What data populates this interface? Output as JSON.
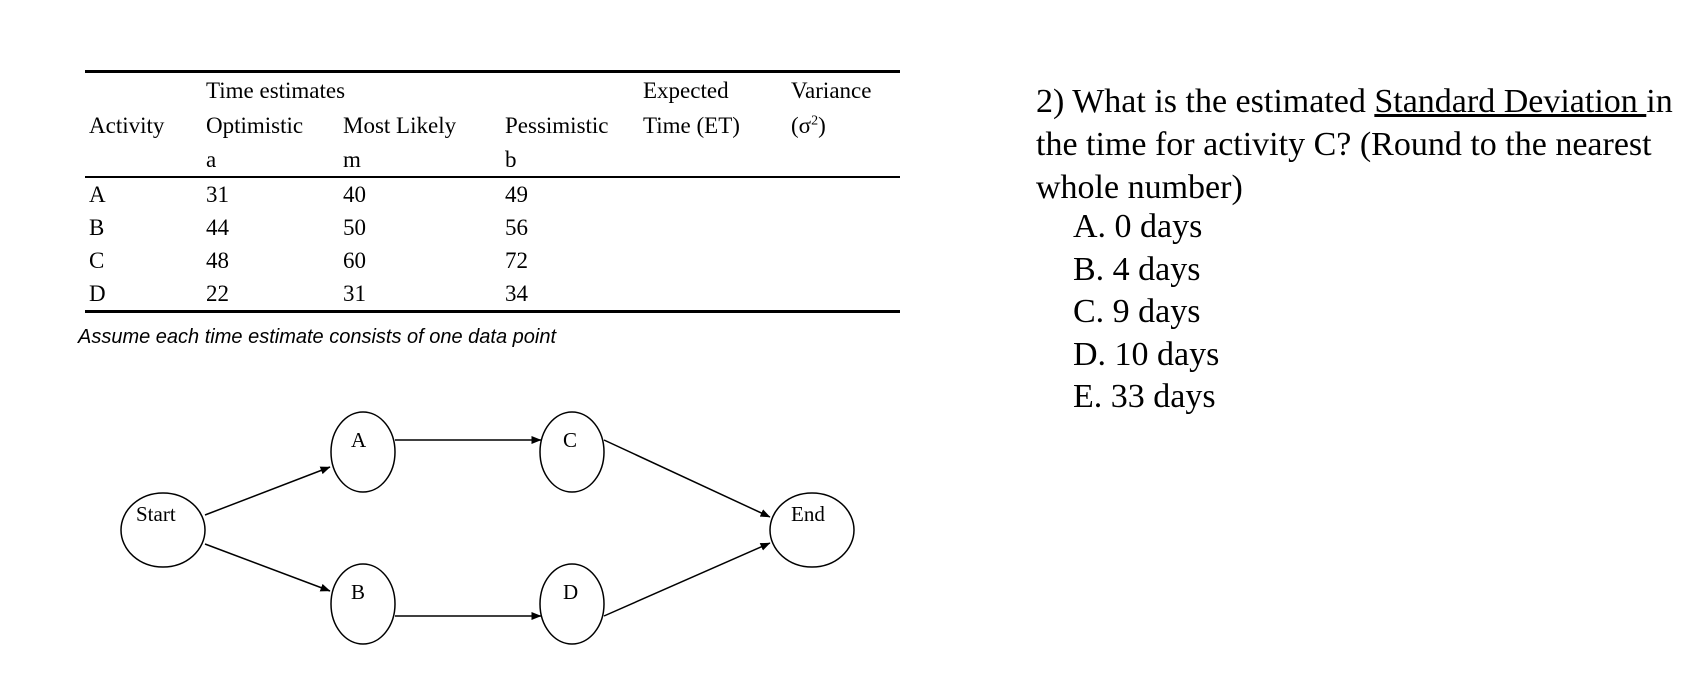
{
  "table": {
    "header_row1": {
      "group": "Time estimates",
      "expected": "Expected",
      "variance": "Variance"
    },
    "header_row2": {
      "activity": "Activity",
      "optimistic": "Optimistic",
      "most_likely": "Most Likely",
      "pessimistic": "Pessimistic",
      "expected": "Time (ET)",
      "variance_open": "(σ",
      "variance_sup": "2",
      "variance_close": ")"
    },
    "header_row3": {
      "a": "a",
      "m": "m",
      "b": "b"
    },
    "rows": [
      {
        "activity": "A",
        "optimistic": "31",
        "most_likely": "40",
        "pessimistic": "49",
        "expected": "",
        "variance": ""
      },
      {
        "activity": "B",
        "optimistic": "44",
        "most_likely": "50",
        "pessimistic": "56",
        "expected": "",
        "variance": ""
      },
      {
        "activity": "C",
        "optimistic": "48",
        "most_likely": "60",
        "pessimistic": "72",
        "expected": "",
        "variance": ""
      },
      {
        "activity": "D",
        "optimistic": "22",
        "most_likely": "31",
        "pessimistic": "34",
        "expected": "",
        "variance": ""
      }
    ]
  },
  "note": "Assume each time estimate consists of one data point",
  "diagram": {
    "nodes": {
      "start": "Start",
      "a": "A",
      "b": "B",
      "c": "C",
      "d": "D",
      "end": "End"
    }
  },
  "question": {
    "prefix": "2) What is the estimated ",
    "underlined": "Standard Deviation ",
    "suffix": "in the time for activity C? (Round to the nearest whole number)",
    "options": [
      "A. 0 days",
      "B. 4 days",
      "C. 9 days",
      "D. 10 days",
      "E. 33 days"
    ]
  }
}
